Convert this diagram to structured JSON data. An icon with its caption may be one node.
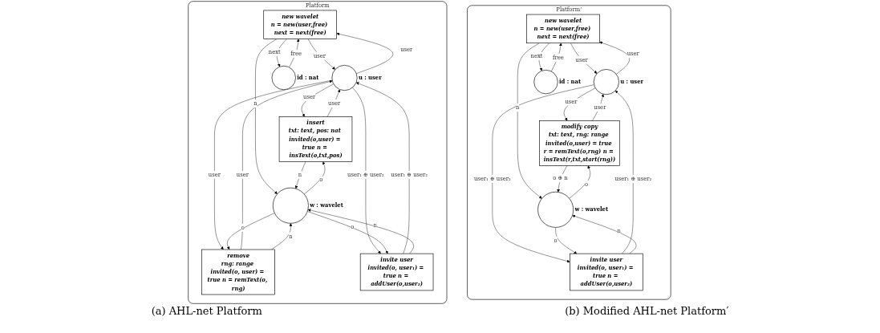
{
  "diagram": {
    "nodes": [
      {
        "text": [
          "Platform"
        ]
      },
      {
        "text": [
          "new wavelet",
          "n = new(user,free) next = next(free)"
        ],
        "in": 0
      },
      {
        "text": [],
        "shape": "circle",
        "beside": [
          "id : nat"
        ],
        "in": 0
      },
      {
        "text": [
          "insert",
          "txt: text, pos: nat invited(o,user) = true n = insText(o,txt,pos)"
        ],
        "in": 0
      },
      {
        "text": [],
        "shape": "circle",
        "beside": [
          "u : user"
        ],
        "in": 0
      },
      {
        "text": [],
        "shape": "circle",
        "beside": [
          "w : wavelet"
        ],
        "in": 0
      },
      {
        "text": [
          "remove",
          "rng: range invited(o, user) = true n = remText(o, rng)"
        ],
        "in": 0
      },
      {
        "text": [
          "invite user",
          "invited(o, user₁) = true n = addUser(o,user₂)"
        ],
        "in": 0
      },
      {
        "text": [
          "Platform’"
        ]
      },
      {
        "text": [
          "new wavelet",
          "n = new(user,free) next = next(free)"
        ],
        "in": 8
      },
      {
        "text": [],
        "shape": "circle",
        "beside": [
          "id : nat"
        ],
        "in": 8
      },
      {
        "text": [
          "modify copy",
          "txt: text, rng: range invited(o,user) = true r = remText(o,rng) n = insText(r,txt,start(rng))"
        ],
        "in": 8
      },
      {
        "text": [],
        "shape": "circle",
        "beside": [
          "u : user"
        ],
        "in": 8
      },
      {
        "text": [],
        "shape": "circle",
        "beside": [
          "w : wavelet"
        ],
        "in": 8
      },
      {
        "text": [
          "invite user",
          "invited(o, user₁) = true n = addUser(o,user₂)"
        ],
        "in": 8
      }
    ],
    "edges": [
      {
        "from": 4,
        "to": 1,
        "arrow": "to",
        "label": "user"
      },
      {
        "from": 1,
        "to": 4,
        "arrow": "to",
        "label": "user"
      },
      {
        "from": 2,
        "to": 1,
        "arrow": "to",
        "label": "free"
      },
      {
        "from": 1,
        "to": 2,
        "arrow": "to",
        "label": "next"
      },
      {
        "from": 1,
        "to": 5,
        "arrow": "to",
        "label": "n"
      },
      {
        "from": 4,
        "to": 3,
        "arrow": "to",
        "label": "user"
      },
      {
        "from": 3,
        "to": 4,
        "arrow": "to",
        "label": "user"
      },
      {
        "from": 5,
        "to": 3,
        "arrow": "to",
        "label": "o"
      },
      {
        "from": 3,
        "to": 5,
        "arrow": "to",
        "label": "n"
      },
      {
        "from": 6,
        "to": 4,
        "arrow": "to",
        "label": "user"
      },
      {
        "from": 4,
        "to": 6,
        "arrow": "to",
        "label": "user"
      },
      {
        "from": 5,
        "to": 6,
        "arrow": "to",
        "label": "o"
      },
      {
        "from": 6,
        "to": 5,
        "arrow": "to",
        "label": "n"
      },
      {
        "from": 4,
        "to": 7,
        "arrow": "to",
        "label": "user₁ ⊕ user₂"
      },
      {
        "from": 7,
        "to": 4,
        "arrow": "to",
        "label": "user₁ ⊕ user₂"
      },
      {
        "from": 7,
        "to": 5,
        "arrow": "to",
        "label": "n"
      },
      {
        "from": 5,
        "to": 7,
        "arrow": "to",
        "label": "o"
      },
      {
        "from": 12,
        "to": 9,
        "arrow": "to",
        "label": "user"
      },
      {
        "from": 9,
        "to": 12,
        "arrow": "to",
        "label": "user"
      },
      {
        "from": 10,
        "to": 9,
        "arrow": "to",
        "label": "free"
      },
      {
        "from": 9,
        "to": 10,
        "arrow": "to",
        "label": "next"
      },
      {
        "from": 9,
        "to": 13,
        "arrow": "to",
        "label": "n"
      },
      {
        "from": 12,
        "to": 11,
        "arrow": "to",
        "label": "user"
      },
      {
        "from": 11,
        "to": 12,
        "arrow": "to",
        "label": "user"
      },
      {
        "from": 13,
        "to": 11,
        "arrow": "to",
        "label": "o"
      },
      {
        "from": 11,
        "to": 13,
        "arrow": "to",
        "label": "o ⊕ n"
      },
      {
        "from": 12,
        "to": 14,
        "arrow": "to",
        "label": "user₁ ⊕ user₂"
      },
      {
        "from": 14,
        "to": 12,
        "arrow": "to",
        "label": "user₁ ⊕ user₂"
      },
      {
        "from": 14,
        "to": 13,
        "arrow": "to",
        "label": "n"
      },
      {
        "from": 13,
        "to": 14,
        "arrow": "to",
        "label": "o"
      }
    ],
    "labels": [
      "(a) AHL-net Platform",
      "(b) Modified AHL-net Platform′"
    ]
  }
}
